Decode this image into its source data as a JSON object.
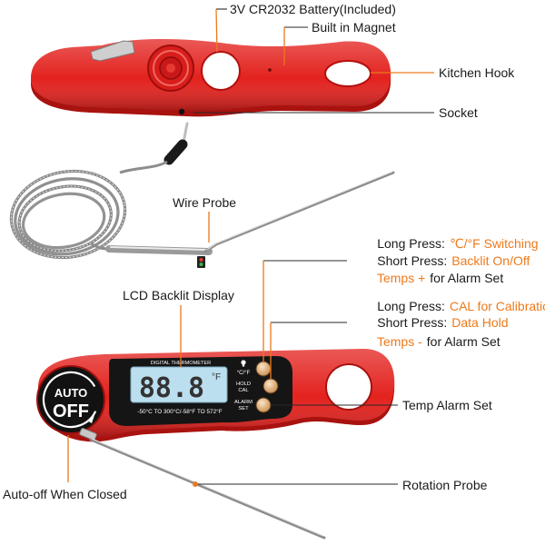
{
  "colors": {
    "accent": "#ec7a1c",
    "body_red": "#e3221e",
    "lcd": "#bcdff0",
    "panel": "#151515"
  },
  "labels": {
    "battery": "3V CR2032 Battery(Included)",
    "magnet": "Built in Magnet",
    "kitchen_hook": "Kitchen Hook",
    "socket": "Socket",
    "wire_probe": "Wire Probe",
    "lcd_display": "LCD Backlit Display",
    "alarm_set": "Temp Alarm Set",
    "auto_off": "Auto-off When Closed",
    "rotation_probe": "Rotation Probe"
  },
  "button_top": {
    "long_press": "Long Press:",
    "long_press_action": "℃/°F Switching",
    "short_press": "Short Press:",
    "short_press_action": "Backlit On/Off",
    "temps": "Temps +",
    "temps_suffix": "for Alarm Set"
  },
  "button_middle": {
    "long_press": "Long Press:",
    "long_press_action": "CAL for Calibration",
    "short_press": "Short Press:",
    "short_press_action": "Data Hold",
    "temps": "Temps -",
    "temps_suffix": "for Alarm Set"
  },
  "device": {
    "auto": "AUTO",
    "off": "OFF",
    "brand": "DIGITAL THERMOMETER",
    "reading": "88.8",
    "unit": "°F",
    "range": "-50°C TO 300°C/-58°F TO 572°F",
    "btn_unit": "°C/°F",
    "btn_hold": "HOLD",
    "btn_cal": "CAL",
    "btn_alarm": "ALARM",
    "btn_set": "SET"
  },
  "icons": {
    "backlight": "lightbulb-icon"
  }
}
